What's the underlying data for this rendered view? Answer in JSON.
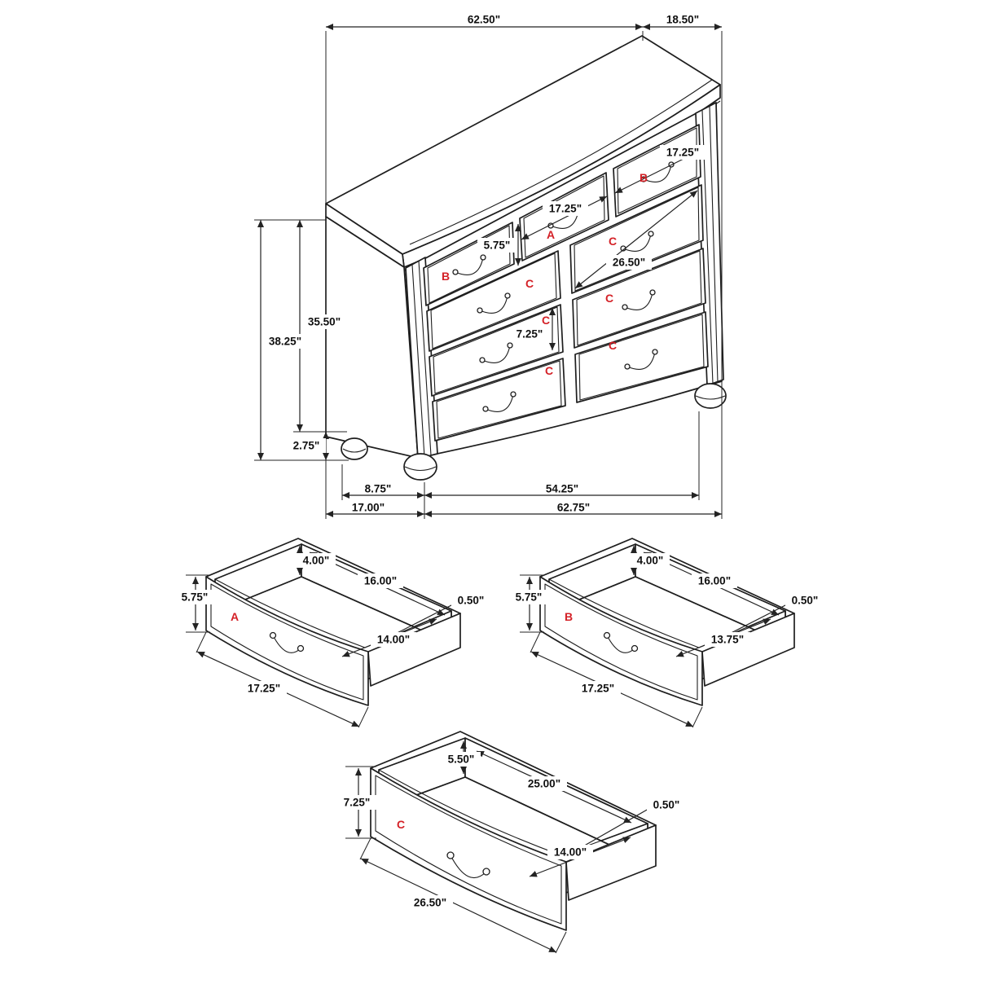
{
  "diagram": {
    "type": "furniture-dimension-diagram",
    "subject": "9-drawer dresser with drawer detail views",
    "accent_red": "#d42127",
    "line_color": "#1e1e1e"
  },
  "dresser": {
    "dims": {
      "top_width": "62.50\"",
      "top_depth": "18.50\"",
      "total_height": "38.25\"",
      "case_height": "35.50\"",
      "foot_height": "2.75\"",
      "foot_inset": "8.75\"",
      "base_span": "54.25\"",
      "bottom_depth": "17.00\"",
      "overall_width": "62.75\"",
      "top_drawer_b_width": "17.25\"",
      "top_drawer_a_width": "17.25\"",
      "small_drawer_height": "5.75\"",
      "large_drawer_width": "26.50\"",
      "large_drawer_height": "7.25\""
    },
    "drawer_letters": {
      "a": "A",
      "b": "B",
      "c": "C"
    }
  },
  "drawer_details": {
    "a": {
      "letter": "A",
      "interior_height": "4.00\"",
      "interior_depth": "16.00\"",
      "front_height": "5.75\"",
      "wall_thickness": "0.50\"",
      "interior_width": "14.00\"",
      "front_width": "17.25\""
    },
    "b": {
      "letter": "B",
      "interior_height": "4.00\"",
      "interior_depth": "16.00\"",
      "front_height": "5.75\"",
      "wall_thickness": "0.50\"",
      "interior_width": "13.75\"",
      "front_width": "17.25\""
    },
    "c": {
      "letter": "C",
      "interior_height": "5.50\"",
      "interior_depth": "25.00\"",
      "front_height": "7.25\"",
      "wall_thickness": "0.50\"",
      "interior_width": "14.00\"",
      "front_width": "26.50\""
    }
  }
}
